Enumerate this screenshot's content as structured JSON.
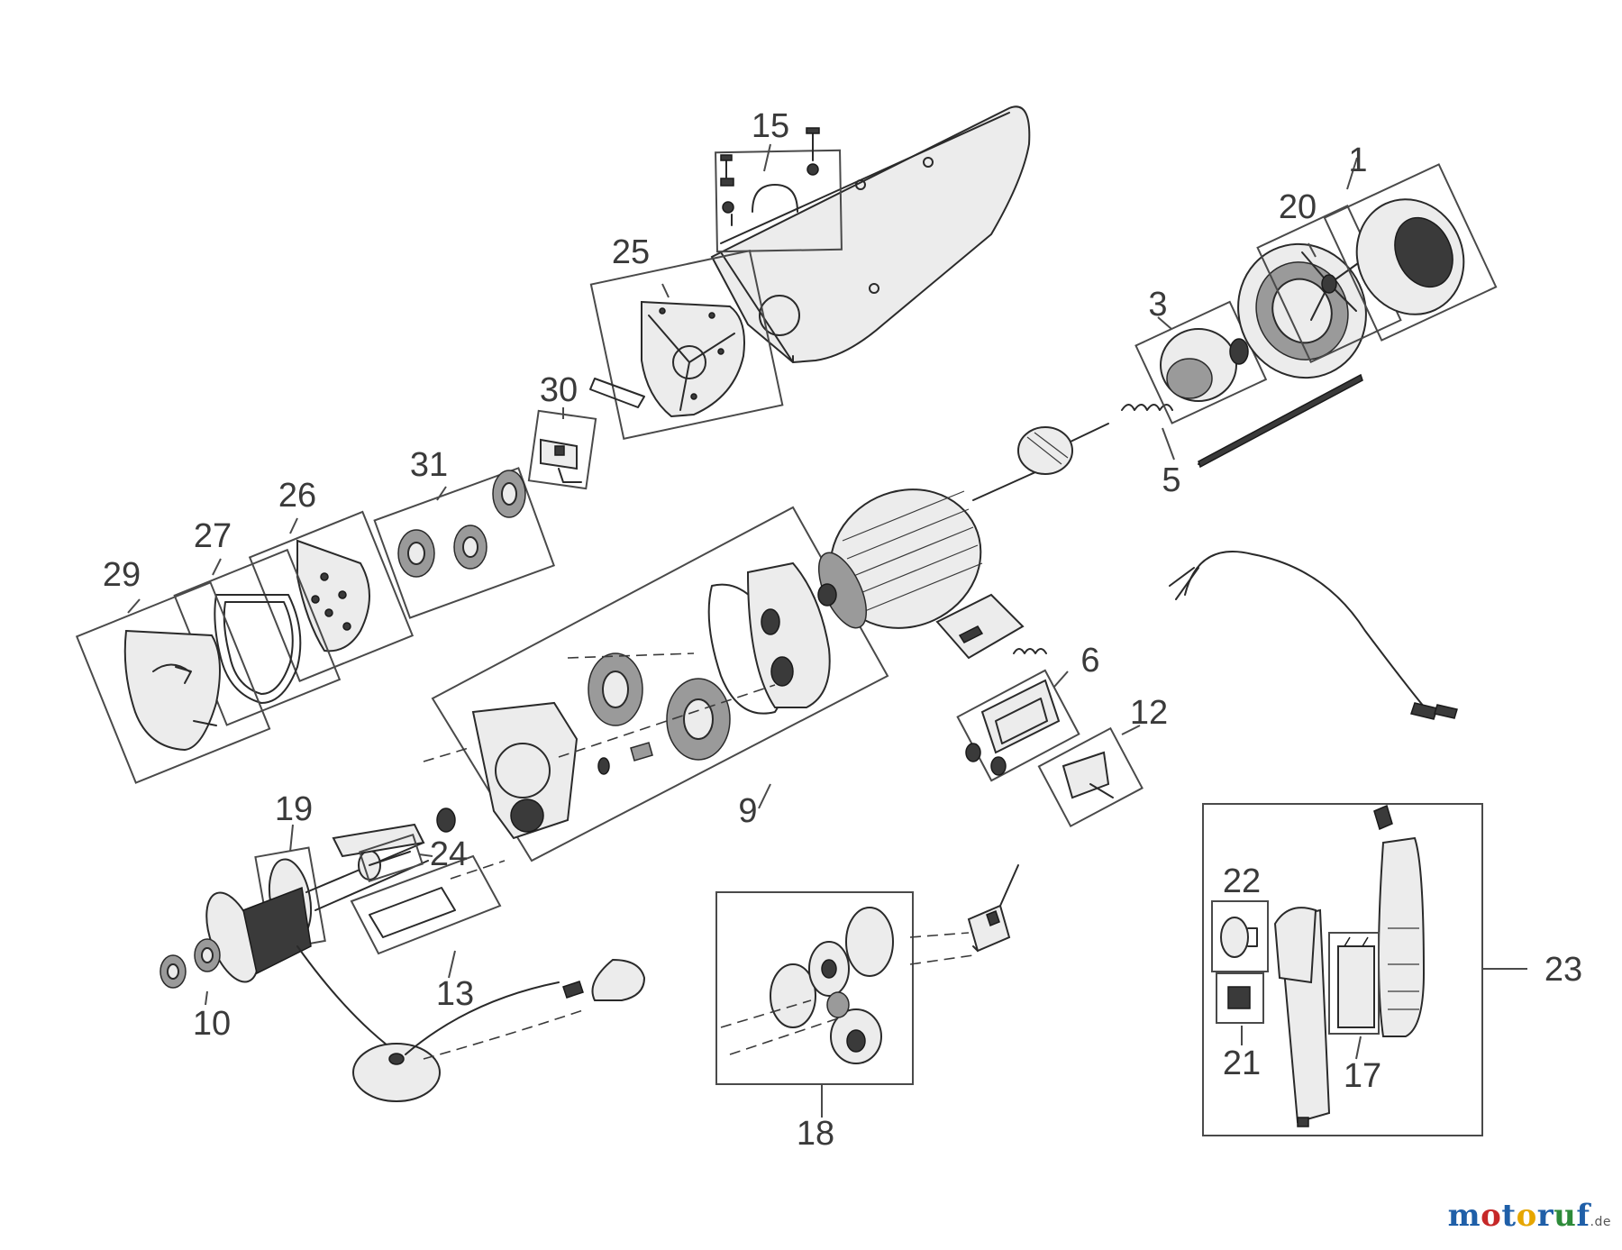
{
  "callouts": [
    {
      "id": "1",
      "text": "1"
    },
    {
      "id": "3",
      "text": "3"
    },
    {
      "id": "5",
      "text": "5"
    },
    {
      "id": "6",
      "text": "6"
    },
    {
      "id": "9",
      "text": "9"
    },
    {
      "id": "10",
      "text": "10"
    },
    {
      "id": "12",
      "text": "12"
    },
    {
      "id": "13",
      "text": "13"
    },
    {
      "id": "15",
      "text": "15"
    },
    {
      "id": "17",
      "text": "17"
    },
    {
      "id": "18",
      "text": "18"
    },
    {
      "id": "19",
      "text": "19"
    },
    {
      "id": "20",
      "text": "20"
    },
    {
      "id": "21",
      "text": "21"
    },
    {
      "id": "22",
      "text": "22"
    },
    {
      "id": "23",
      "text": "23"
    },
    {
      "id": "24",
      "text": "24"
    },
    {
      "id": "25",
      "text": "25"
    },
    {
      "id": "26",
      "text": "26"
    },
    {
      "id": "27",
      "text": "27"
    },
    {
      "id": "29",
      "text": "29"
    },
    {
      "id": "30",
      "text": "30"
    },
    {
      "id": "31",
      "text": "31"
    }
  ],
  "watermark": {
    "letters": [
      {
        "char": "m",
        "color": "#1f5fa8"
      },
      {
        "char": "o",
        "color": "#c62828"
      },
      {
        "char": "t",
        "color": "#1f5fa8"
      },
      {
        "char": "o",
        "color": "#e6a600"
      },
      {
        "char": "r",
        "color": "#1f5fa8"
      },
      {
        "char": "u",
        "color": "#2e8b3a"
      },
      {
        "char": "f",
        "color": "#1f5fa8"
      }
    ],
    "suffix": ".de"
  }
}
